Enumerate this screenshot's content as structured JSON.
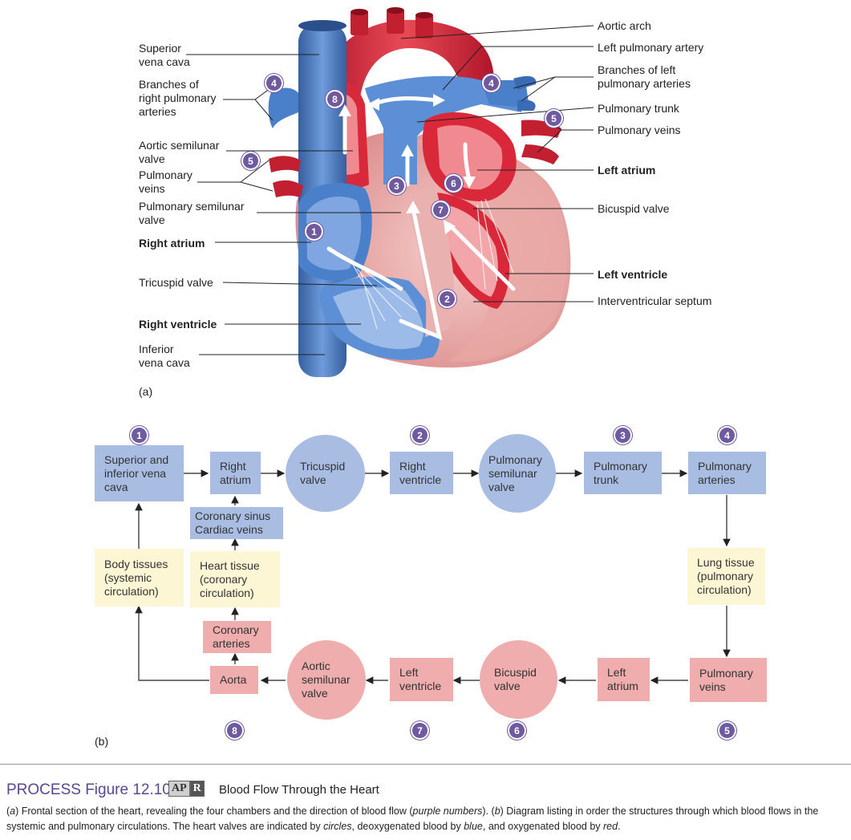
{
  "part_a": {
    "panel_label": "(a)",
    "labels_left": {
      "svc": "Superior\nvena cava",
      "branches_right": "Branches of\nright pulmonary\narteries",
      "aortic_semilunar": "Aortic semilunar\nvalve",
      "pulmonary_veins": "Pulmonary\nveins",
      "pulmonary_semilunar": "Pulmonary semilunar\nvalve",
      "right_atrium": "Right atrium",
      "tricuspid": "Tricuspid valve",
      "right_ventricle": "Right ventricle",
      "ivc": "Inferior\nvena cava"
    },
    "labels_right": {
      "aortic_arch": "Aortic arch",
      "left_pulm_artery": "Left pulmonary artery",
      "branches_left": "Branches of left\npulmonary arteries",
      "pulm_trunk": "Pulmonary trunk",
      "pulm_veins": "Pulmonary veins",
      "left_atrium": "Left atrium",
      "bicuspid": "Bicuspid valve",
      "left_ventricle": "Left ventricle",
      "septum": "Interventricular septum"
    },
    "badges": [
      "1",
      "2",
      "3",
      "4",
      "4",
      "5",
      "5",
      "6",
      "7",
      "8"
    ]
  },
  "part_b": {
    "panel_label": "(b)",
    "nodes": {
      "vena_cava": "Superior and\ninferior vena\ncava",
      "right_atrium": "Right\natrium",
      "tricuspid": "Tricuspid\nvalve",
      "right_ventricle": "Right\nventricle",
      "pulm_semilunar": "Pulmonary\nsemilunar\nvalve",
      "pulm_trunk": "Pulmonary\ntrunk",
      "pulm_arteries": "Pulmonary\narteries",
      "coronary_sinus": "Coronary sinus\nCardiac veins",
      "body_tissues": "Body tissues\n(systemic\ncirculation)",
      "heart_tissue": "Heart tissue\n(coronary\ncirculation)",
      "lung_tissue": "Lung tissue\n(pulmonary\ncirculation)",
      "coronary_arteries": "Coronary\narteries",
      "aorta": "Aorta",
      "aortic_semilunar": "Aortic\nsemilunar\nvalve",
      "left_ventricle": "Left\nventricle",
      "bicuspid": "Bicuspid\nvalve",
      "left_atrium": "Left\natrium",
      "pulm_veins": "Pulmonary\nveins"
    },
    "badges": [
      "1",
      "2",
      "3",
      "4",
      "8",
      "7",
      "6",
      "5"
    ]
  },
  "caption": {
    "title": "PROCESS Figure 12.10",
    "apr": [
      "AP",
      "R"
    ],
    "subtitle": "Blood Flow Through the Heart",
    "text_a_prefix": "(",
    "text_a_letter": "a",
    "text_1": ") Frontal section of the heart, revealing the four chambers and the direction of blood flow (",
    "text_purple": "purple numbers",
    "text_2": "). (",
    "text_b_letter": "b",
    "text_3": ") Diagram listing in order the structures through which blood flows in the systemic and pulmonary circulations. The heart valves are indicated by ",
    "text_circles": "circles",
    "text_4": ", deoxygenated blood by ",
    "text_blue": "blue",
    "text_5": ", and oxygenated blood by ",
    "text_red": "red",
    "text_6": "."
  },
  "colors": {
    "badge": "#6f5aa0",
    "deoxygenated": "#a9bde3",
    "oxygenated": "#efadad",
    "tissue": "#fdf6d4",
    "vessel_blue": "#4a76b8",
    "vessel_red": "#d8283a",
    "myocardium": "#eeb3b1"
  }
}
